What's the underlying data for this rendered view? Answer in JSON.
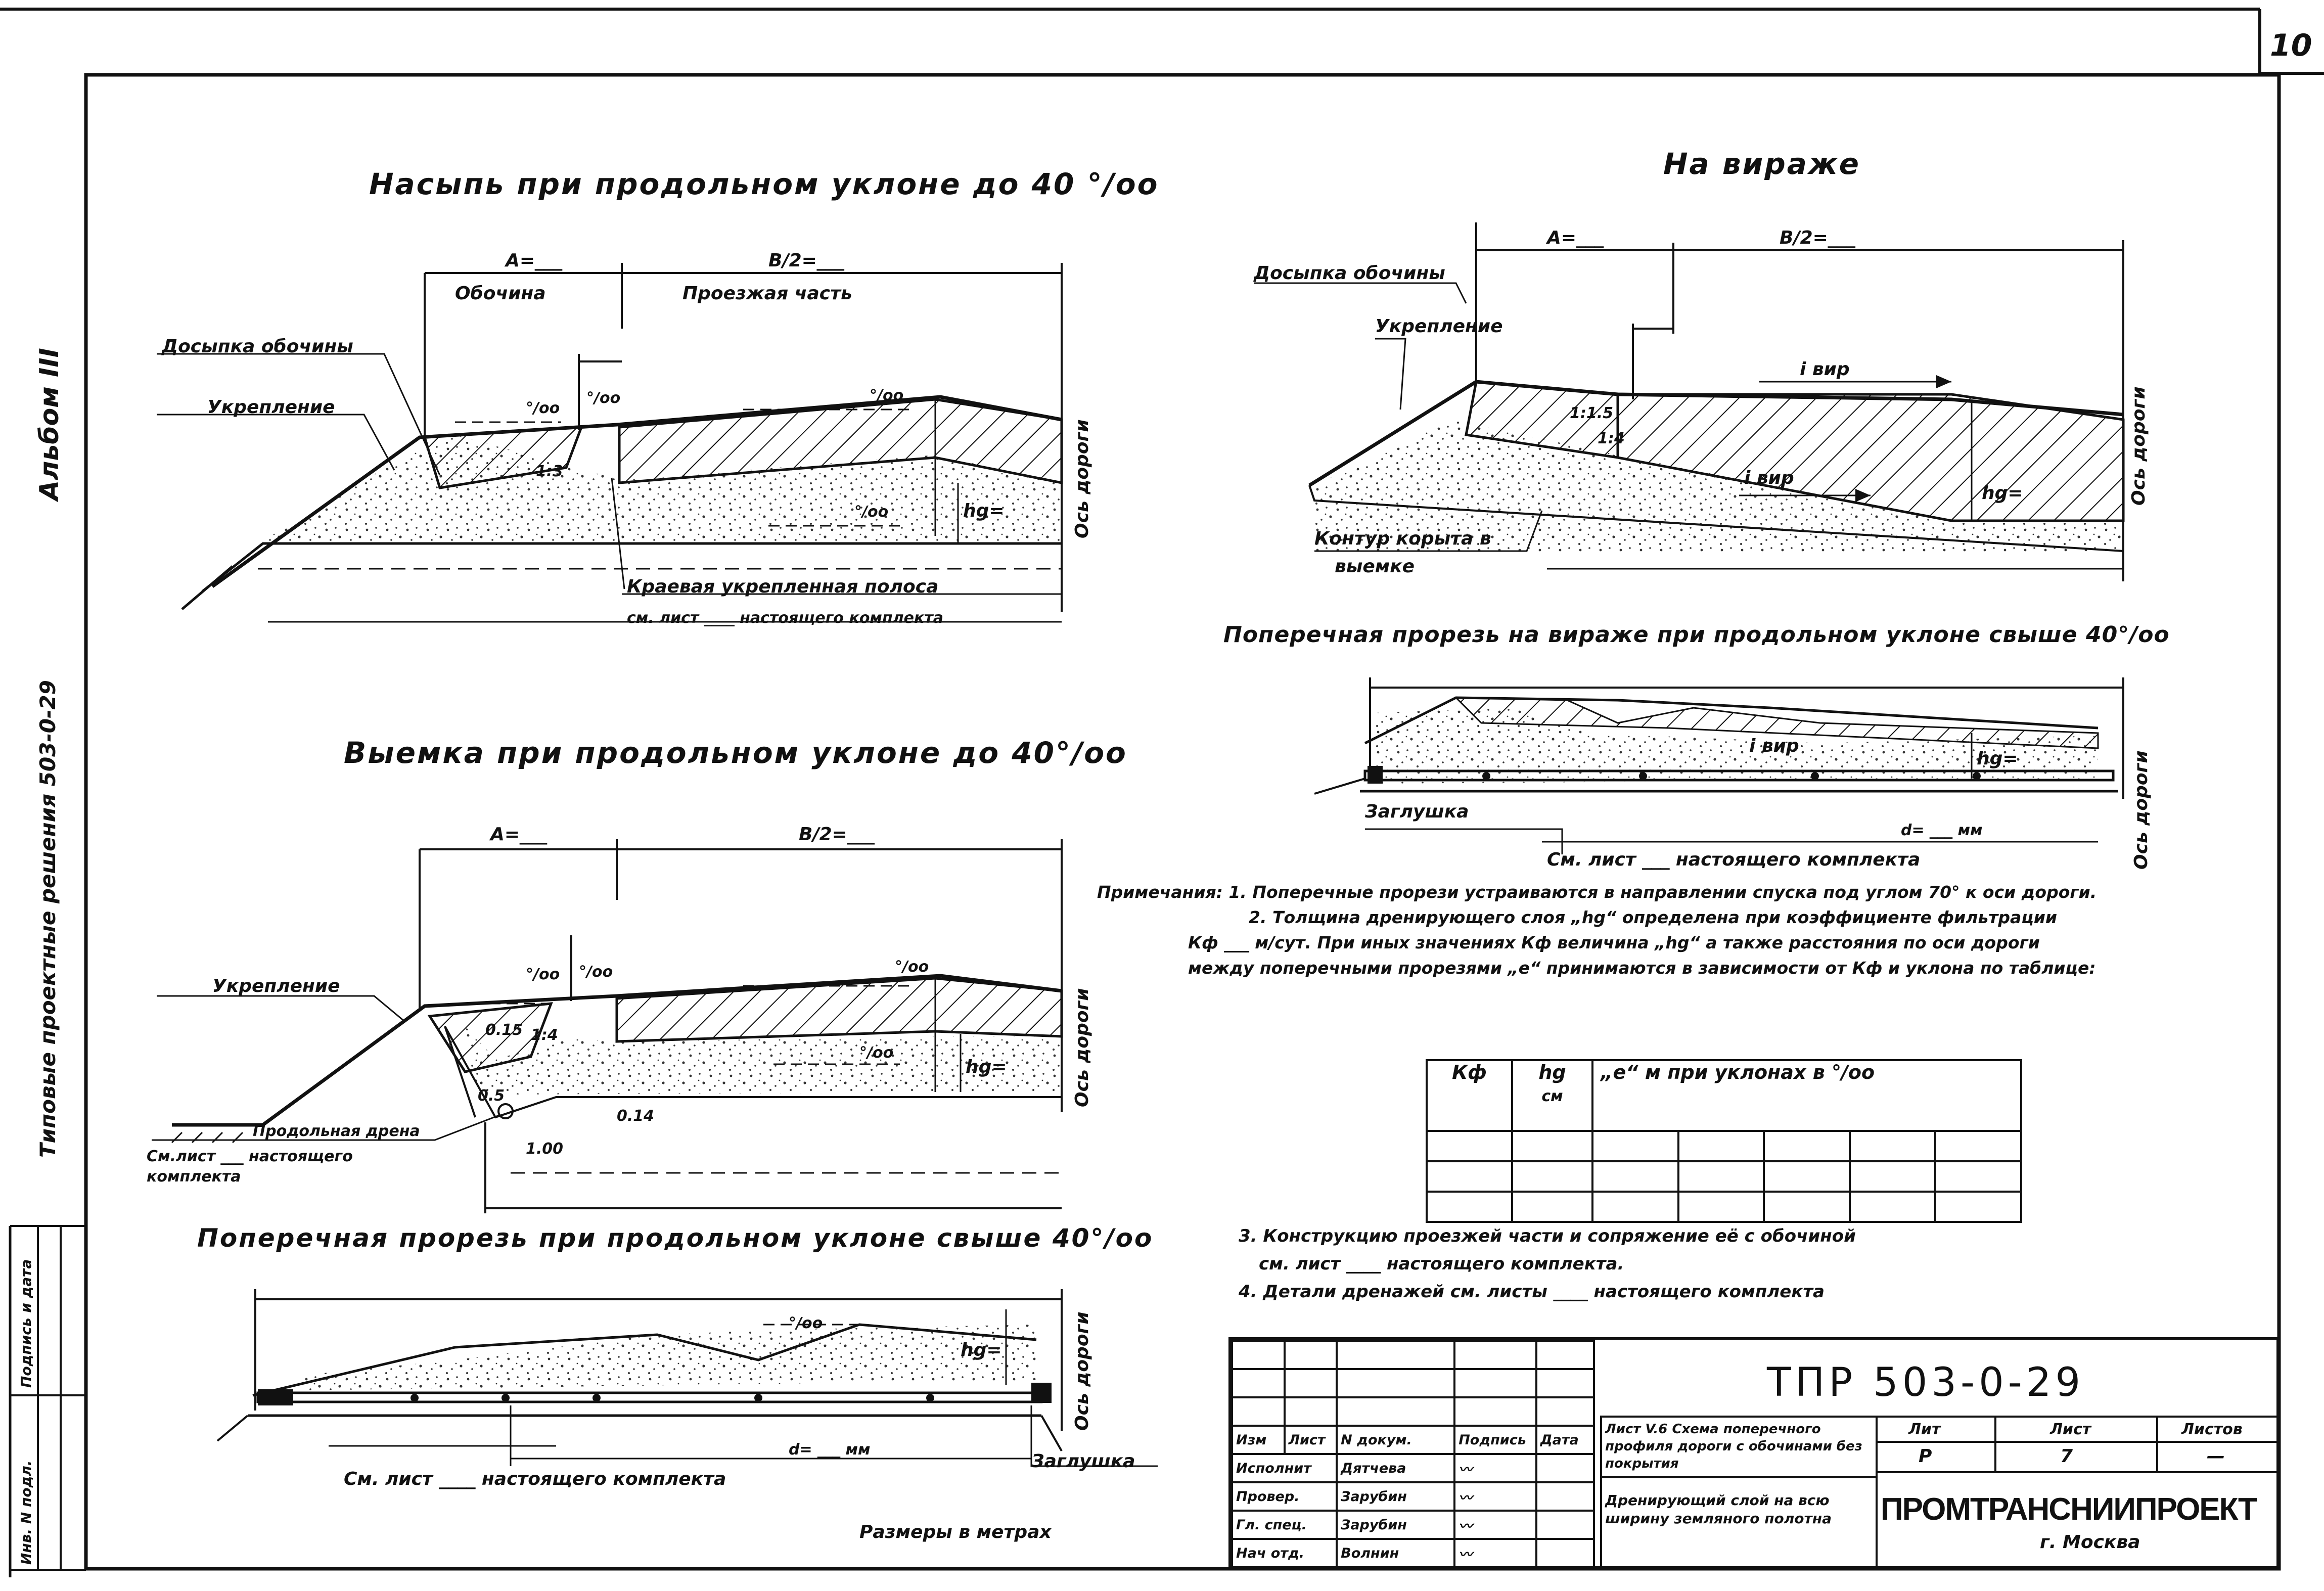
{
  "sheet": {
    "number": "10",
    "album_label": "Альбом III",
    "series_label": "Типовые проектные решения 503-0-29",
    "side_stamp": [
      "Инв. N подл.",
      "Подпись и дата"
    ],
    "units_note": "Размеры в метрах"
  },
  "sections": {
    "embankment": {
      "title": "Насыпь при продольном уклоне до 40 °/oo",
      "dim_a": "A=___",
      "dim_b": "B/2=___",
      "shoulder": "Обочина",
      "carriageway": "Проезжая часть",
      "shoulder_fill": "Досыпка обочины",
      "reinforcement": "Укрепление",
      "slope_1": "°/oo",
      "slope_2": "°/oo",
      "slope_3": "°/oo",
      "slope_4": "°/oo",
      "ratio": "1:3",
      "hd": "hg=",
      "axis": "Ось дороги",
      "edge_strip": "Краевая укрепленная полоса",
      "edge_ref": "см. лист ____ настоящего комплекта"
    },
    "cut": {
      "title": "Выемка при продольном уклоне до 40°/oo",
      "dim_a": "A=___",
      "dim_b": "B/2=___",
      "reinforcement": "Укрепление",
      "slope_1": "°/oo",
      "slope_2": "°/oo",
      "slope_3": "°/oo",
      "slope_4": "°/oo",
      "d015": "0.15",
      "d05": "0.5",
      "d100": "1.00",
      "d014": "0.14",
      "ratio": "1:4",
      "hd": "hg=",
      "axis": "Ось дороги",
      "drain": "Продольная дрена",
      "ref_1": "См.лист ___ настоящего",
      "ref_2": "комплекта"
    },
    "cross_cut_left": {
      "title": "Поперечная прорезь при продольном уклоне свыше 40°/oo",
      "slope": "°/oo",
      "hd": "hg=",
      "axis": "Ось дороги",
      "pipe_d": "d= ___ мм",
      "plug": "Заглушка",
      "ref": "См. лист ____ настоящего комплекта"
    },
    "superelevation": {
      "title": "На вираже",
      "dim_a": "A=___",
      "dim_b": "B/2=___",
      "shoulder_fill": "Досыпка обочины",
      "reinforcement": "Укрепление",
      "i_vir_top": "i вир",
      "i_vir_bottom": "i вир",
      "ratio_1": "1:1.5",
      "ratio_2": "1:4",
      "hd": "hg=",
      "axis": "Ось дороги",
      "trough_1": "Контур корыта в",
      "trough_2": "выемке"
    },
    "cross_cut_right": {
      "title": "Поперечная прорезь на вираже при продольном уклоне свыше 40°/oo",
      "i_vir": "i вир",
      "hd": "hg=",
      "axis": "Ось дороги",
      "plug": "Заглушка",
      "pipe_d": "d= ___ мм",
      "ref": "См. лист ___ настоящего комплекта"
    }
  },
  "notes": {
    "lines": [
      "Примечания: 1. Поперечные прорези устраиваются в направлении спуска под углом 70° к оси дороги.",
      "2. Толщина дренирующего слоя „hg“ определена при коэффициенте фильтрации",
      "Кф ___ м/сут. При иных значениях Кф величина „hg“ а также расстояния по оси дороги",
      "между поперечными прорезями „е“ принимаются в зависимости от Кф и уклона по таблице:"
    ],
    "extra": [
      "3. Конструкцию проезжей части и сопряжение её с обочиной",
      "см. лист ____ настоящего комплекта.",
      "4. Детали дренажей см. листы ____ настоящего комплекта"
    ]
  },
  "kf_table": {
    "h_kf": "Кф",
    "h_hd_1": "hg",
    "h_hd_2": "см",
    "h_e": "„е“ м при уклонах в °/oo"
  },
  "title_block": {
    "code": "ТПР 503-0-29",
    "col_headers": [
      "Изм",
      "Лист",
      "N докум.",
      "Подпись",
      "Дата"
    ],
    "rows": [
      {
        "role": "Исполнит",
        "name": "Дятчева"
      },
      {
        "role": "Провер.",
        "name": "Зарубин"
      },
      {
        "role": "Гл. спец.",
        "name": "Зарубин"
      },
      {
        "role": "Нач отд.",
        "name": "Волнин"
      }
    ],
    "description_1": "Лист V.6 Схема поперечного профиля дороги с обочинами без покрытия",
    "description_2": "Дренирующий слой на всю ширину земляного полотна",
    "stage_label": "Лит",
    "sheet_label": "Лист",
    "sheets_label": "Листов",
    "stage": "Р",
    "sheet_no": "7",
    "sheets_total": "—",
    "org": "ПРОМТРАНСНИИПРОЕКТ",
    "city": "г. Москва"
  }
}
